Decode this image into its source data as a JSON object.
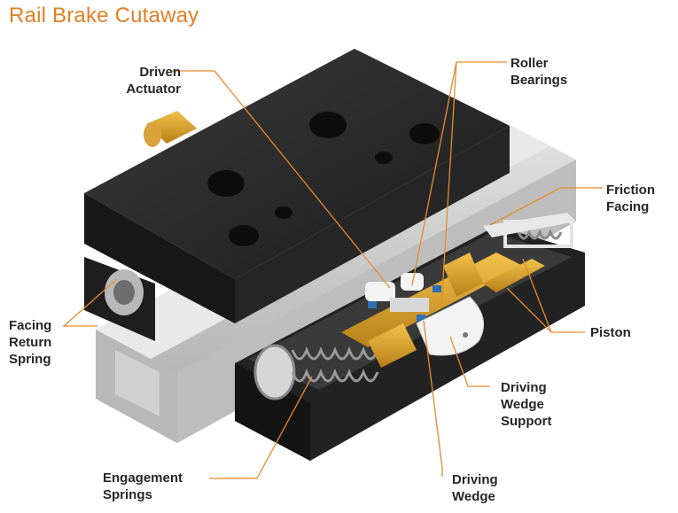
{
  "title": "Rail Brake Cutaway",
  "colors": {
    "accent": "#e07f26",
    "leader": "#e68a2e",
    "body": "#232323",
    "rail": "#c9c9c9",
    "piston": "#e0a623"
  },
  "labels": {
    "driven_actuator": [
      "Driven",
      "Actuator"
    ],
    "roller_bearings": [
      "Roller",
      "Bearings"
    ],
    "friction_facing": [
      "Friction",
      "Facing"
    ],
    "piston": [
      "Piston"
    ],
    "facing_return_spring": [
      "Facing",
      "Return",
      "Spring"
    ],
    "driving_wedge_support": [
      "Driving",
      "Wedge",
      "Support"
    ],
    "engagement_springs": [
      "Engagement",
      "Springs"
    ],
    "driving_wedge": [
      "Driving",
      "Wedge"
    ]
  }
}
